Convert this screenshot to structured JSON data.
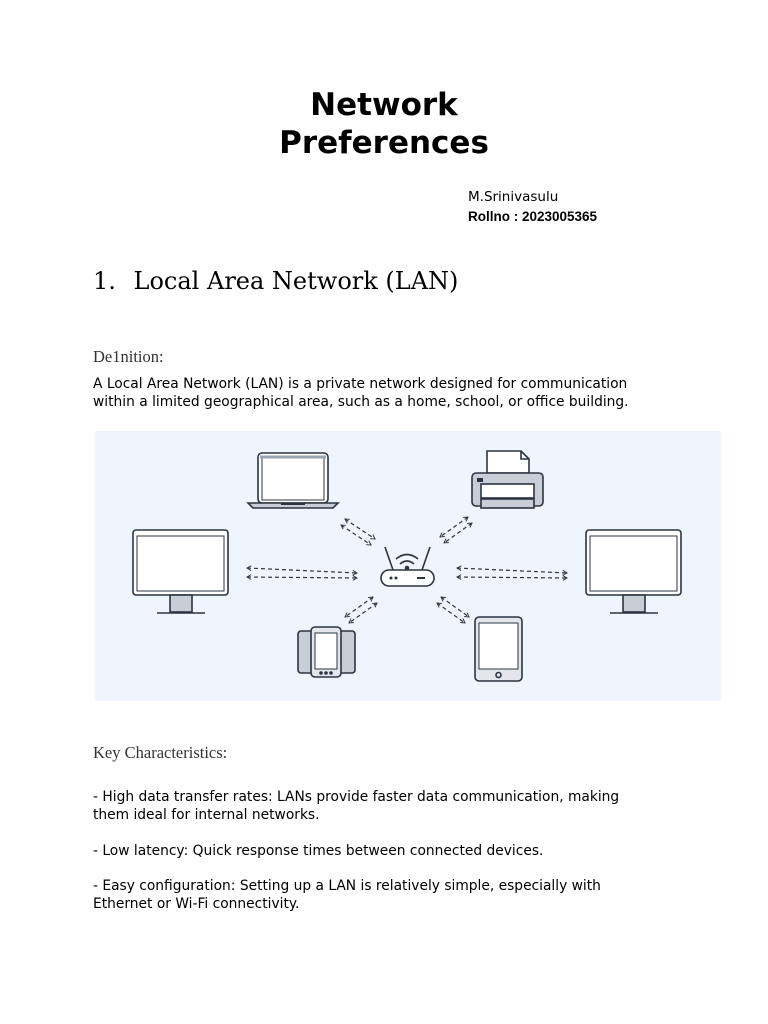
{
  "doc": {
    "title_line1": "Network",
    "title_line2": "Preferences",
    "author_name": "M.Srinivasulu",
    "roll": "Rollno : 2023005365"
  },
  "section": {
    "number": "1.",
    "heading": "Local Area Network (LAN)",
    "definition_label": "De1nition:",
    "definition_line1": "A Local Area Network (LAN) is a private network designed for communication",
    "definition_line2": "within a limited geographical area, such as a home, school, or office building.",
    "key_label": "Key Characteristics:",
    "bullets": [
      {
        "line1": "- High data transfer rates: LANs provide faster data communication, making",
        "line2": "them ideal for internal networks."
      },
      {
        "line1": "- Low latency: Quick response times between connected devices.",
        "line2": ""
      },
      {
        "line1": "- Easy configuration: Setting up a LAN is relatively simple, especially with",
        "line2": "Ethernet or Wi-Fi connectivity."
      }
    ]
  },
  "diagram": {
    "background": "#eef5fc",
    "stroke": "#2b3440",
    "devices": [
      "laptop-icon",
      "printer-icon",
      "desktop-icon-left",
      "desktop-icon-right",
      "router-icon",
      "phones-icon",
      "tablet-icon"
    ]
  }
}
